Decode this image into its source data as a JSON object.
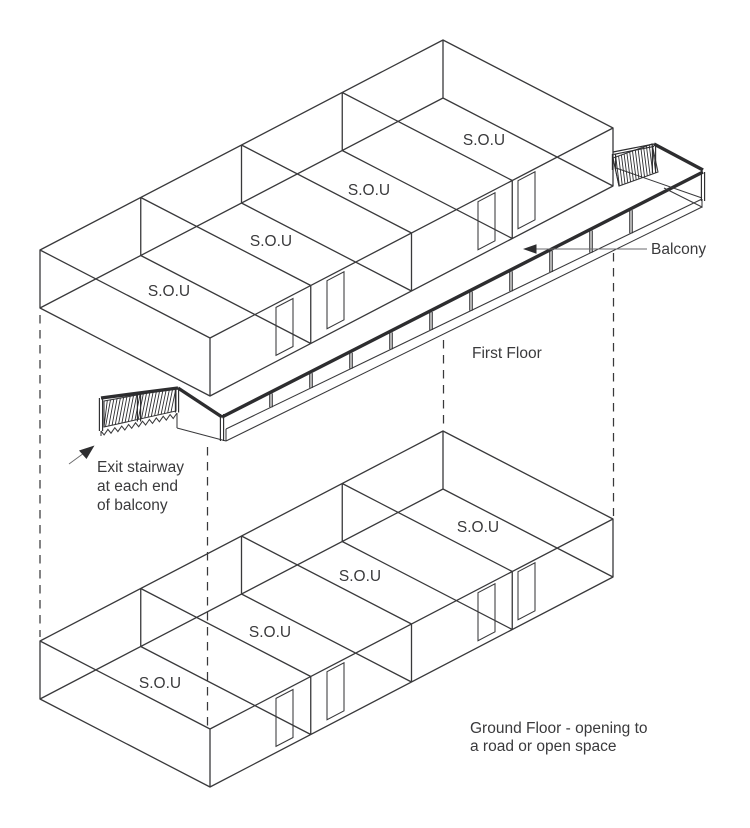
{
  "page": {
    "background": "#ffffff",
    "line_color": "#39393b"
  },
  "diagram": {
    "first_floor": {
      "rooms": [
        "S.O.U",
        "S.O.U",
        "S.O.U",
        "S.O.U"
      ],
      "floor_label": "First Floor",
      "balcony_label": "Balcony",
      "stairway_note_line1": "Exit stairway",
      "stairway_note_line2": "at each end",
      "stairway_note_line3": "of balcony"
    },
    "ground_floor": {
      "rooms": [
        "S.O.U",
        "S.O.U",
        "S.O.U",
        "S.O.U"
      ],
      "note_line1": "Ground Floor - opening to",
      "note_line2": "a road or open space"
    }
  }
}
